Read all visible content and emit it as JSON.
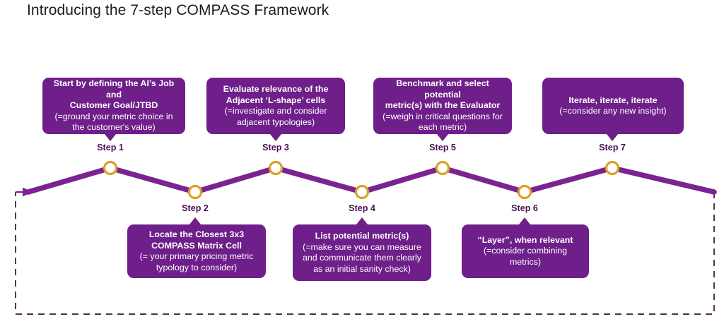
{
  "title": "Introducing the 7-step COMPASS Framework",
  "colors": {
    "box_purple": "#6E1F8A",
    "line_purple": "#7B2391",
    "node_gold": "#D9A227",
    "node_fill": "#FFFFFF",
    "label_purple": "#4B1357",
    "dashed_loop": "#3A1030",
    "background": "#FFFFFF",
    "box_text": "#FFFFFF",
    "title_text": "#1C1C1C"
  },
  "steps": [
    {
      "id": "step-1",
      "label": "Step 1",
      "position": "top",
      "title": "Start by defining the AI’s Job and\nCustomer Goal/JTBD",
      "subtitle": "(=ground your metric choice in\nthe customer's value)"
    },
    {
      "id": "step-2",
      "label": "Step 2",
      "position": "bottom",
      "title": "Locate the Closest 3x3\nCOMPASS Matrix Cell",
      "subtitle": "(= your primary pricing metric\ntypology to consider)"
    },
    {
      "id": "step-3",
      "label": "Step 3",
      "position": "top",
      "title": "Evaluate relevance of the\nAdjacent ‘L-shape’ cells",
      "subtitle": "(=investigate and consider\nadjacent typologies)"
    },
    {
      "id": "step-4",
      "label": "Step 4",
      "position": "bottom",
      "title": "List potential metric(s)",
      "subtitle": "(=make sure you can measure\nand communicate them clearly\nas an initial sanity check)"
    },
    {
      "id": "step-5",
      "label": "Step 5",
      "position": "top",
      "title": "Benchmark and select potential\nmetric(s) with the Evaluator",
      "subtitle": "(=weigh in critical questions for\neach metric)"
    },
    {
      "id": "step-6",
      "label": "Step 6",
      "position": "bottom",
      "title": "“Layer”, when relevant",
      "subtitle": "(=consider combining metrics)"
    },
    {
      "id": "step-7",
      "label": "Step 7",
      "position": "top",
      "title": "Iterate, iterate, iterate",
      "subtitle": "(=consider any new insight)"
    }
  ],
  "diagram": {
    "type": "zigzag-process-flow",
    "node_count": 7,
    "loop": "dashed feedback loop from end back to start",
    "start_arrow": "arrow-right"
  }
}
